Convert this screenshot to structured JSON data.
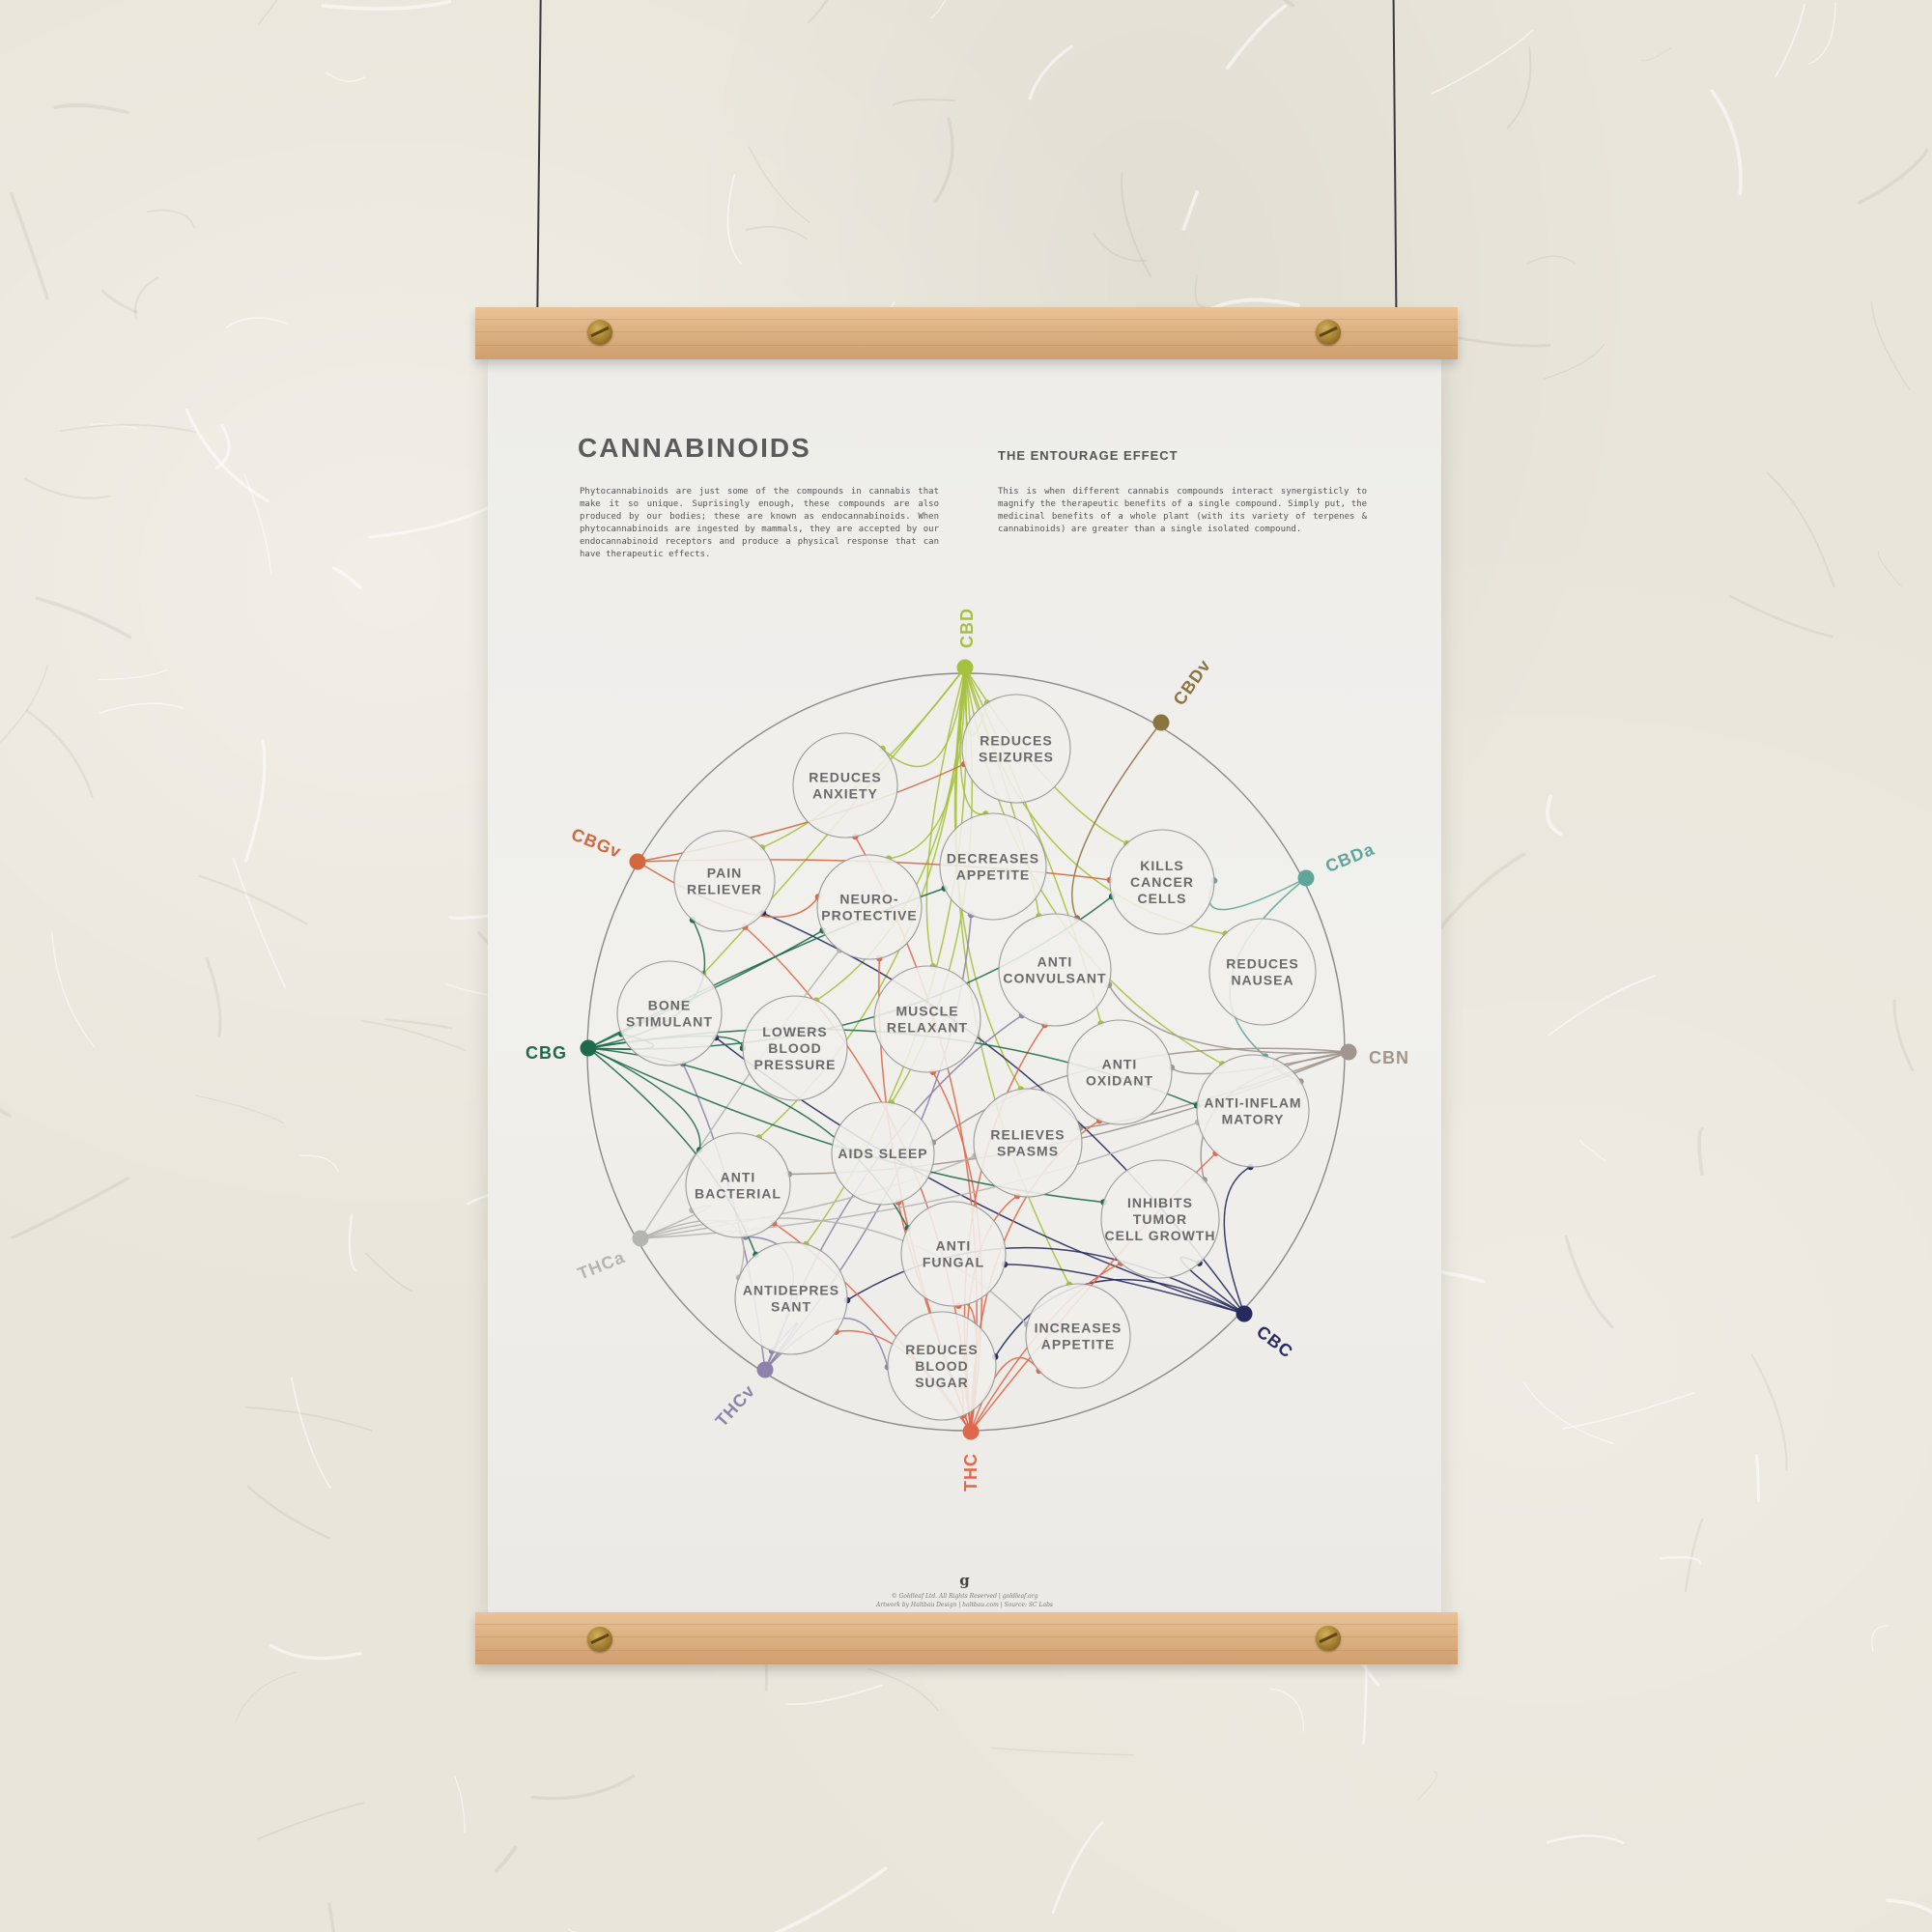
{
  "poster": {
    "title": "CANNABINOIDS",
    "intro": "Phytocannabinoids are just some of the compounds in cannabis that make it so unique. Suprisingly enough, these compounds are also produced by our bodies; these are known as endocannabinoids. When phytocannabinoids are ingested by mammals, they are accepted by our endocannabinoid receptors and produce a physical response that can have therapeutic effects.",
    "entourage_title": "THE ENTOURAGE EFFECT",
    "entourage_text": "This is when different cannabis compounds interact synergisticly to magnify the therapeutic benefits of a single compound. Simply put, the medicinal benefits of a whole plant (with its variety of terpenes & cannabinoids) are greater than a single isolated compound.",
    "logo": "g",
    "credit_line_1": "© Goldleaf Ltd. All Rights Reserved | goldleaf.org",
    "credit_line_2": "Artwork by Haltbau Design | haltbau.com | Source: SC Labs"
  },
  "compounds": [
    {
      "id": "CBD",
      "label": "CBD",
      "color": "#a6c13f"
    },
    {
      "id": "CBDv",
      "label": "CBDv",
      "color": "#8c7440"
    },
    {
      "id": "CBDa",
      "label": "CBDa",
      "color": "#5fa59a"
    },
    {
      "id": "CBN",
      "label": "CBN",
      "color": "#a1958e"
    },
    {
      "id": "CBC",
      "label": "CBC",
      "color": "#262a5e"
    },
    {
      "id": "THC",
      "label": "THC",
      "color": "#e0684a"
    },
    {
      "id": "THCv",
      "label": "THCv",
      "color": "#8d83aa"
    },
    {
      "id": "THCa",
      "label": "THCa",
      "color": "#b5b5b0"
    },
    {
      "id": "CBG",
      "label": "CBG",
      "color": "#1d6b4a"
    },
    {
      "id": "CBGv",
      "label": "CBGv",
      "color": "#d1683f"
    }
  ],
  "effects": [
    {
      "id": "reduces-seizures",
      "lines": [
        "REDUCES",
        "SEIZURES"
      ]
    },
    {
      "id": "reduces-anxiety",
      "lines": [
        "REDUCES",
        "ANXIETY"
      ]
    },
    {
      "id": "pain-reliever",
      "lines": [
        "PAIN",
        "RELIEVER"
      ]
    },
    {
      "id": "neuro-protective",
      "lines": [
        "NEURO-",
        "PROTECTIVE"
      ]
    },
    {
      "id": "decreases-appetite",
      "lines": [
        "DECREASES",
        "APPETITE"
      ]
    },
    {
      "id": "kills-cancer-cells",
      "lines": [
        "KILLS",
        "CANCER",
        "CELLS"
      ]
    },
    {
      "id": "reduces-nausea",
      "lines": [
        "REDUCES",
        "NAUSEA"
      ]
    },
    {
      "id": "anti-convulsant",
      "lines": [
        "ANTI",
        "CONVULSANT"
      ]
    },
    {
      "id": "bone-stimulant",
      "lines": [
        "BONE",
        "STIMULANT"
      ]
    },
    {
      "id": "lowers-blood-pressure",
      "lines": [
        "LOWERS",
        "BLOOD",
        "PRESSURE"
      ]
    },
    {
      "id": "muscle-relaxant",
      "lines": [
        "MUSCLE",
        "RELAXANT"
      ]
    },
    {
      "id": "anti-oxidant",
      "lines": [
        "ANTI",
        "OXIDANT"
      ]
    },
    {
      "id": "anti-inflammatory",
      "lines": [
        "ANTI-INFLAM",
        "MATORY"
      ]
    },
    {
      "id": "aids-sleep",
      "lines": [
        "AIDS SLEEP"
      ]
    },
    {
      "id": "relieves-spasms",
      "lines": [
        "RELIEVES",
        "SPASMS"
      ]
    },
    {
      "id": "anti-bacterial",
      "lines": [
        "ANTI",
        "BACTERIAL"
      ]
    },
    {
      "id": "inhibits-tumor-cell-growth",
      "lines": [
        "INHIBITS",
        "TUMOR",
        "CELL GROWTH"
      ]
    },
    {
      "id": "anti-fungal",
      "lines": [
        "ANTI",
        "FUNGAL"
      ]
    },
    {
      "id": "antidepressant",
      "lines": [
        "ANTIDEPRES",
        "SANT"
      ]
    },
    {
      "id": "increases-appetite",
      "lines": [
        "INCREASES",
        "APPETITE"
      ]
    },
    {
      "id": "reduces-blood-sugar",
      "lines": [
        "REDUCES",
        "BLOOD",
        "SUGAR"
      ]
    }
  ],
  "links": [
    [
      "CBD",
      "reduces-seizures"
    ],
    [
      "CBD",
      "reduces-anxiety"
    ],
    [
      "CBD",
      "pain-reliever"
    ],
    [
      "CBD",
      "neuro-protective"
    ],
    [
      "CBD",
      "decreases-appetite"
    ],
    [
      "CBD",
      "kills-cancer-cells"
    ],
    [
      "CBD",
      "reduces-nausea"
    ],
    [
      "CBD",
      "anti-convulsant"
    ],
    [
      "CBD",
      "bone-stimulant"
    ],
    [
      "CBD",
      "lowers-blood-pressure"
    ],
    [
      "CBD",
      "muscle-relaxant"
    ],
    [
      "CBD",
      "anti-oxidant"
    ],
    [
      "CBD",
      "anti-inflammatory"
    ],
    [
      "CBD",
      "aids-sleep"
    ],
    [
      "CBD",
      "relieves-spasms"
    ],
    [
      "CBD",
      "anti-bacterial"
    ],
    [
      "CBD",
      "increases-appetite"
    ],
    [
      "CBD",
      "antidepressant"
    ],
    [
      "CBDv",
      "anti-convulsant"
    ],
    [
      "CBDa",
      "kills-cancer-cells"
    ],
    [
      "CBDa",
      "anti-inflammatory"
    ],
    [
      "CBN",
      "anti-oxidant"
    ],
    [
      "CBN",
      "anti-inflammatory"
    ],
    [
      "CBN",
      "relieves-spasms"
    ],
    [
      "CBN",
      "aids-sleep"
    ],
    [
      "CBN",
      "anti-bacterial"
    ],
    [
      "CBN",
      "inhibits-tumor-cell-growth"
    ],
    [
      "CBN",
      "anti-convulsant"
    ],
    [
      "CBC",
      "anti-inflammatory"
    ],
    [
      "CBC",
      "inhibits-tumor-cell-growth"
    ],
    [
      "CBC",
      "antidepressant"
    ],
    [
      "CBC",
      "bone-stimulant"
    ],
    [
      "CBC",
      "reduces-blood-sugar"
    ],
    [
      "CBC",
      "anti-fungal"
    ],
    [
      "CBC",
      "pain-reliever"
    ],
    [
      "THC",
      "reduces-blood-sugar"
    ],
    [
      "THC",
      "increases-appetite"
    ],
    [
      "THC",
      "antidepressant"
    ],
    [
      "THC",
      "anti-fungal"
    ],
    [
      "THC",
      "relieves-spasms"
    ],
    [
      "THC",
      "inhibits-tumor-cell-growth"
    ],
    [
      "THC",
      "anti-oxidant"
    ],
    [
      "THC",
      "muscle-relaxant"
    ],
    [
      "THC",
      "neuro-protective"
    ],
    [
      "THC",
      "pain-reliever"
    ],
    [
      "THC",
      "anti-convulsant"
    ],
    [
      "THC",
      "anti-inflammatory"
    ],
    [
      "THC",
      "aids-sleep"
    ],
    [
      "THC",
      "reduces-anxiety"
    ],
    [
      "THC",
      "anti-bacterial"
    ],
    [
      "THCv",
      "antidepressant"
    ],
    [
      "THCv",
      "reduces-blood-sugar"
    ],
    [
      "THCv",
      "decreases-appetite"
    ],
    [
      "THCv",
      "bone-stimulant"
    ],
    [
      "THCv",
      "anti-bacterial"
    ],
    [
      "THCv",
      "anti-convulsant"
    ],
    [
      "THCa",
      "anti-bacterial"
    ],
    [
      "THCa",
      "neuro-protective"
    ],
    [
      "THCa",
      "anti-inflammatory"
    ],
    [
      "THCa",
      "increases-appetite"
    ],
    [
      "THCa",
      "relieves-spasms"
    ],
    [
      "THCa",
      "antidepressant"
    ],
    [
      "CBG",
      "bone-stimulant"
    ],
    [
      "CBG",
      "neuro-protective"
    ],
    [
      "CBG",
      "pain-reliever"
    ],
    [
      "CBG",
      "lowers-blood-pressure"
    ],
    [
      "CBG",
      "anti-bacterial"
    ],
    [
      "CBG",
      "anti-fungal"
    ],
    [
      "CBG",
      "kills-cancer-cells"
    ],
    [
      "CBG",
      "anti-inflammatory"
    ],
    [
      "CBG",
      "antidepressant"
    ],
    [
      "CBG",
      "decreases-appetite"
    ],
    [
      "CBG",
      "inhibits-tumor-cell-growth"
    ],
    [
      "CBGv",
      "reduces-seizures"
    ],
    [
      "CBGv",
      "neuro-protective"
    ],
    [
      "CBGv",
      "kills-cancer-cells"
    ]
  ]
}
